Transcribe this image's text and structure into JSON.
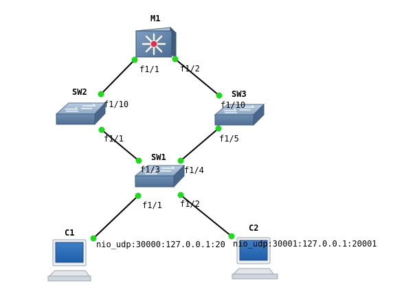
{
  "topology": {
    "devices": {
      "m1": {
        "label": "M1",
        "icon": "multilayer-switch-icon"
      },
      "sw2": {
        "label": "SW2",
        "icon": "ethernet-switch-icon"
      },
      "sw3": {
        "label": "SW3",
        "icon": "ethernet-switch-icon"
      },
      "sw1": {
        "label": "SW1",
        "icon": "ethernet-switch-icon"
      },
      "c1": {
        "label": "C1",
        "icon": "computer-icon"
      },
      "c2": {
        "label": "C2",
        "icon": "computer-icon"
      }
    },
    "ports": {
      "m1_a": "f1/1",
      "m1_b": "f1/2",
      "sw2_up": "f1/10",
      "sw3_up": "f1/10",
      "sw2_down": "f1/1",
      "sw3_down": "f1/5",
      "sw1_left": "f1/3",
      "sw1_right": "f1/4",
      "sw1_c1": "f1/1",
      "sw1_c2": "f1/2",
      "c1_nio": "nio_udp:30000:127.0.0.1:20",
      "c2_nio": "nio_udp:30001:127.0.0.1:20001"
    }
  },
  "colors": {
    "link_dot": "#1fd81f",
    "device_blue": "#5b7fa8"
  }
}
